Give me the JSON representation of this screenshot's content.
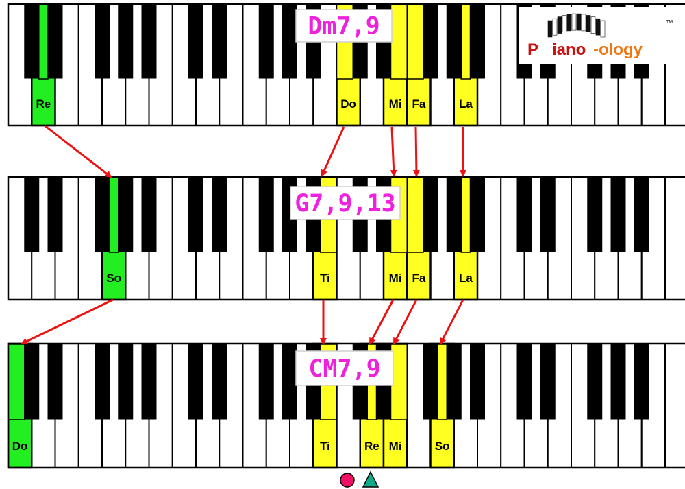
{
  "colors": {
    "green": "#22ee22",
    "yellow": "#ffff22",
    "chord_text": "#ee22dd",
    "arrow": "#ee1111",
    "circle_marker": "#ee1166",
    "triangle_marker": "#11aa88",
    "logo_red": "#cc1111",
    "logo_orange": "#ee7711"
  },
  "logo": {
    "initial": "P",
    "text_main": "iano",
    "text_accent": "-ology",
    "tm": "TM"
  },
  "keyboards": [
    {
      "id": "keyboard-top",
      "chord": "Dm7,9",
      "highlights": [
        {
          "key_type": "white",
          "index": 1,
          "label": "Re",
          "color": "green"
        },
        {
          "key_type": "white",
          "index": 14,
          "label": "Do",
          "color": "yellow"
        },
        {
          "key_type": "white",
          "index": 16,
          "label": "Mi",
          "color": "yellow"
        },
        {
          "key_type": "white",
          "index": 17,
          "label": "Fa",
          "color": "yellow"
        },
        {
          "key_type": "white",
          "index": 19,
          "label": "La",
          "color": "yellow"
        }
      ]
    },
    {
      "id": "keyboard-middle",
      "chord": "G7,9,13",
      "highlights": [
        {
          "key_type": "white",
          "index": 4,
          "label": "So",
          "color": "green"
        },
        {
          "key_type": "white",
          "index": 13,
          "label": "Ti",
          "color": "yellow"
        },
        {
          "key_type": "white",
          "index": 16,
          "label": "Mi",
          "color": "yellow"
        },
        {
          "key_type": "white",
          "index": 17,
          "label": "Fa",
          "color": "yellow"
        },
        {
          "key_type": "white",
          "index": 19,
          "label": "La",
          "color": "yellow"
        }
      ]
    },
    {
      "id": "keyboard-bottom",
      "chord": "CM7,9",
      "highlights": [
        {
          "key_type": "white",
          "index": 0,
          "label": "Do",
          "color": "green"
        },
        {
          "key_type": "white",
          "index": 13,
          "label": "Ti",
          "color": "yellow"
        },
        {
          "key_type": "white",
          "index": 15,
          "label": "Re",
          "color": "yellow"
        },
        {
          "key_type": "white",
          "index": 16,
          "label": "Mi",
          "color": "yellow"
        },
        {
          "key_type": "white",
          "index": 18,
          "label": "So",
          "color": "yellow"
        }
      ]
    }
  ],
  "markers": [
    {
      "shape": "circle",
      "color": "circle_marker"
    },
    {
      "shape": "triangle",
      "color": "triangle_marker"
    }
  ]
}
